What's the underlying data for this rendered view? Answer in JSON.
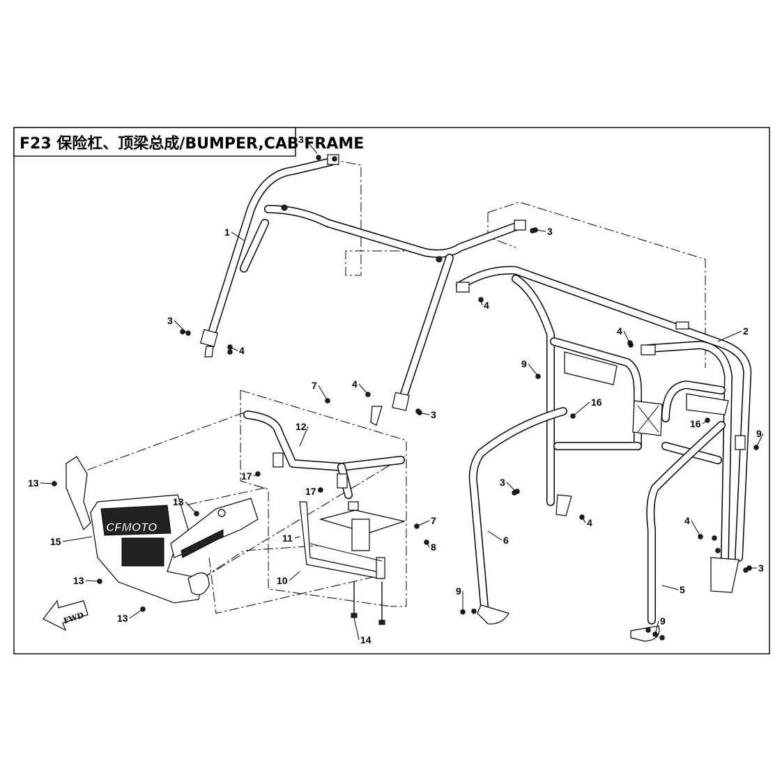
{
  "title": "F23 保险杠、顶梁总成/BUMPER,CAB FRAME",
  "logo_text": "CFMOTO",
  "direction_label": "FWD",
  "callouts": [
    {
      "label": "1"
    },
    {
      "label": "2"
    },
    {
      "label": "3"
    },
    {
      "label": "3"
    },
    {
      "label": "3"
    },
    {
      "label": "3"
    },
    {
      "label": "3"
    },
    {
      "label": "3"
    },
    {
      "label": "4"
    },
    {
      "label": "4"
    },
    {
      "label": "4"
    },
    {
      "label": "4"
    },
    {
      "label": "4"
    },
    {
      "label": "4"
    },
    {
      "label": "5"
    },
    {
      "label": "6"
    },
    {
      "label": "7"
    },
    {
      "label": "7"
    },
    {
      "label": "8"
    },
    {
      "label": "9"
    },
    {
      "label": "9"
    },
    {
      "label": "9"
    },
    {
      "label": "9"
    },
    {
      "label": "10"
    },
    {
      "label": "11"
    },
    {
      "label": "12"
    },
    {
      "label": "13"
    },
    {
      "label": "13"
    },
    {
      "label": "13"
    },
    {
      "label": "13"
    },
    {
      "label": "14"
    },
    {
      "label": "15"
    },
    {
      "label": "16"
    },
    {
      "label": "16"
    },
    {
      "label": "17"
    },
    {
      "label": "17"
    }
  ]
}
